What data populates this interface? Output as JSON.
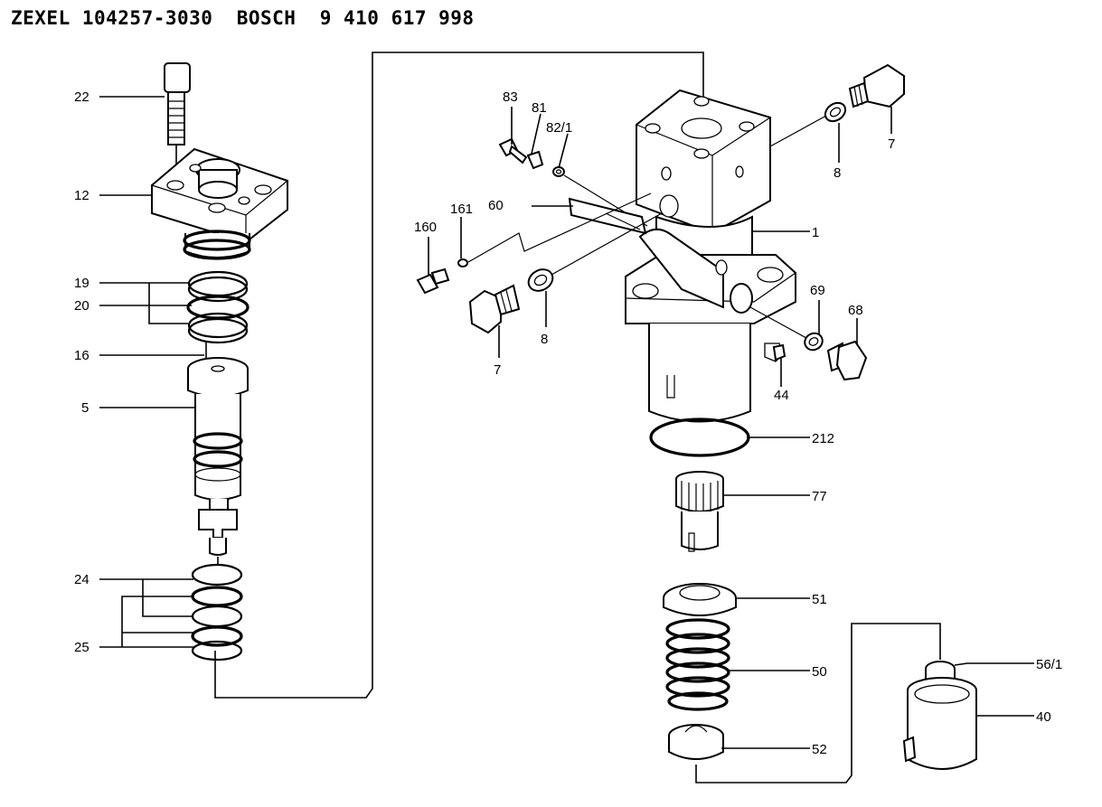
{
  "header": {
    "title": "ZEXEL 104257-3030  BOSCH  9 410 617 998"
  },
  "callouts": {
    "c22": "22",
    "c12": "12",
    "c19": "19",
    "c20": "20",
    "c16": "16",
    "c5": "5",
    "c24": "24",
    "c25": "25",
    "c83": "83",
    "c81": "81",
    "c82_1": "82/1",
    "c60": "60",
    "c160": "160",
    "c161": "161",
    "c8a": "8",
    "c7a": "7",
    "c8b": "8",
    "c7b": "7",
    "c1": "1",
    "c69": "69",
    "c68": "68",
    "c44": "44",
    "c212": "212",
    "c77": "77",
    "c51": "51",
    "c50": "50",
    "c52": "52",
    "c56_1": "56/1",
    "c40": "40"
  }
}
